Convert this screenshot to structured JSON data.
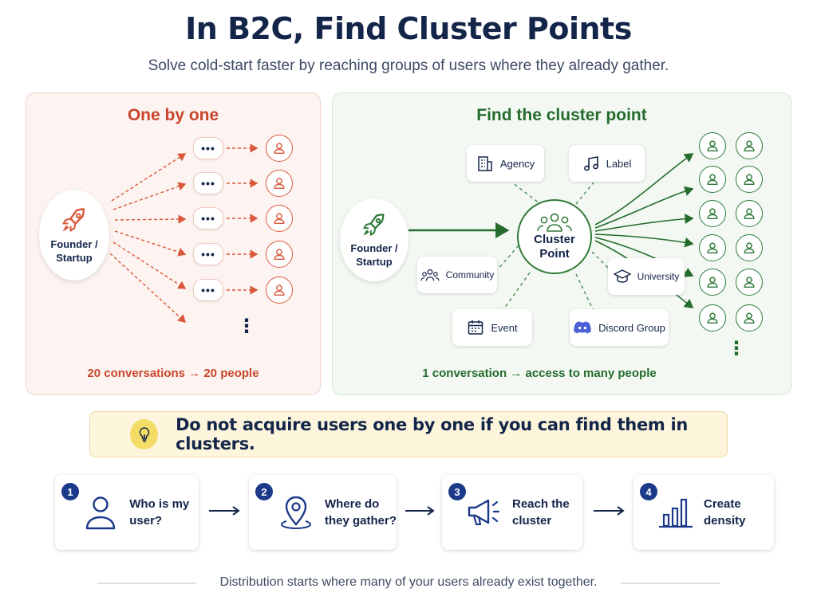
{
  "title": "In B2C, Find Cluster Points",
  "subtitle": "Solve cold-start faster by reaching groups of users where they already gather.",
  "left_panel": {
    "title": "One by one",
    "founder_label": "Founder / Startup",
    "bubble_text": "•••",
    "caption": "20 conversations → 20 people",
    "more": "⋮"
  },
  "right_panel": {
    "title": "Find the cluster point",
    "founder_label": "Founder / Startup",
    "cluster_label": "Cluster Point",
    "channels": {
      "agency": "Agency",
      "label": "Label",
      "community": "Community",
      "university": "University",
      "event": "Event",
      "discord": "Discord Group"
    },
    "caption": "1 conversation → access to many people",
    "more": "⋮"
  },
  "banner": {
    "text": "Do not acquire users one by one if you can find them in clusters."
  },
  "steps": [
    {
      "num": "1",
      "label": "Who is my user?"
    },
    {
      "num": "2",
      "label": "Where do they gather?"
    },
    {
      "num": "3",
      "label": "Reach the cluster"
    },
    {
      "num": "4",
      "label": "Create density"
    }
  ],
  "footer": "Distribution starts where many of your users already exist together.",
  "colors": {
    "navy": "#14254a",
    "red": "#c8462c",
    "green": "#256b2e",
    "step_badge": "#1c3a8a",
    "banner": "#fdf6dc",
    "bulb": "#f4dd67"
  }
}
